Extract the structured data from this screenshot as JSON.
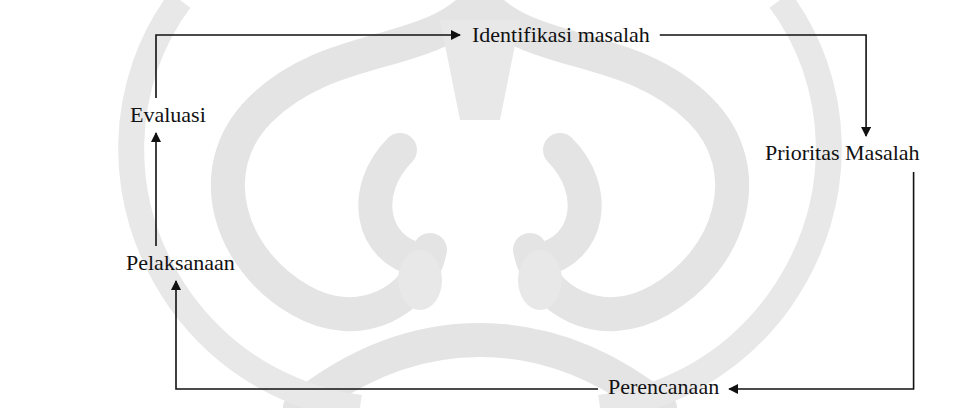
{
  "diagram": {
    "nodes": [
      {
        "text": [
          "Identifikasi masalah"
        ]
      },
      {
        "text": [
          "Prioritas Masalah"
        ]
      },
      {
        "text": [
          "Perencanaan"
        ]
      },
      {
        "text": [
          "Pelaksanaan"
        ]
      },
      {
        "text": [
          "Evaluasi"
        ]
      }
    ],
    "edges": [
      {
        "from": 0,
        "to": 1,
        "arrow": "to"
      },
      {
        "from": 1,
        "to": 2,
        "arrow": "to"
      },
      {
        "from": 2,
        "to": 3,
        "arrow": "to"
      },
      {
        "from": 3,
        "to": 4,
        "arrow": "to"
      },
      {
        "from": 4,
        "to": 0,
        "arrow": "to"
      }
    ]
  }
}
